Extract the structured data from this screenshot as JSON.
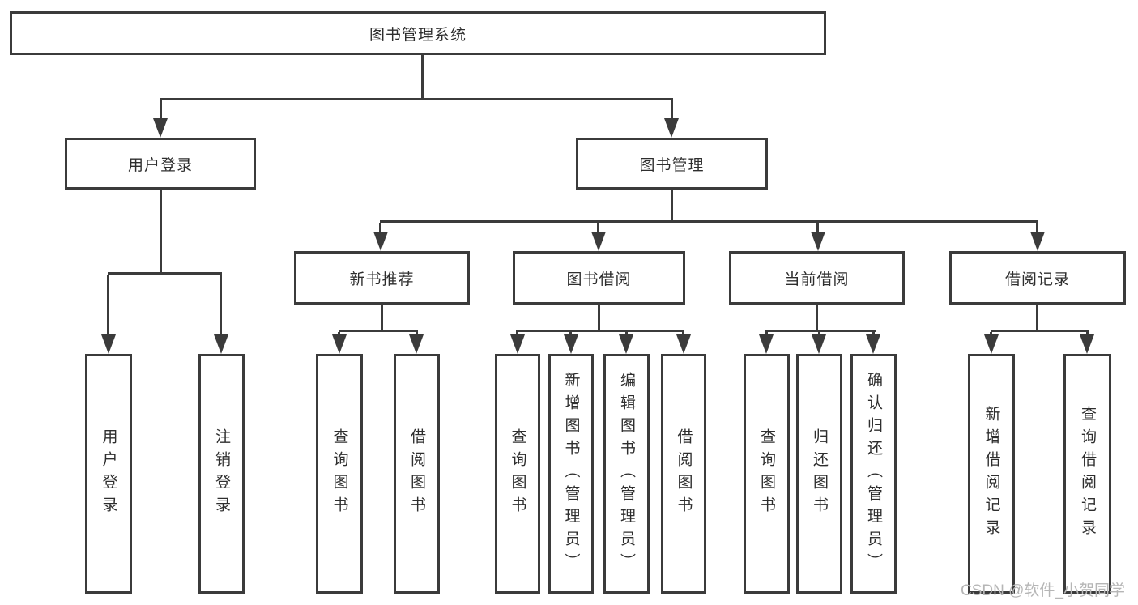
{
  "colors": {
    "line": "#3b3b3b",
    "text": "#2e2e2e",
    "watermark": "#b6b6b6",
    "background": "#ffffff"
  },
  "root": {
    "label": "图书管理系统"
  },
  "level2": [
    {
      "label": "用户登录"
    },
    {
      "label": "图书管理"
    }
  ],
  "level3": [
    {
      "label": "新书推荐"
    },
    {
      "label": "图书借阅"
    },
    {
      "label": "当前借阅"
    },
    {
      "label": "借阅记录"
    }
  ],
  "leaves": {
    "user_login": [
      {
        "label": "用户登录"
      },
      {
        "label": "注销登录"
      }
    ],
    "new_book": [
      {
        "label": "查询图书"
      },
      {
        "label": "借阅图书"
      }
    ],
    "book_borrow": [
      {
        "label": "查询图书"
      },
      {
        "label": "新增图书（管理员）"
      },
      {
        "label": "编辑图书（管理员）"
      },
      {
        "label": "借阅图书"
      }
    ],
    "current_borrow": [
      {
        "label": "查询图书"
      },
      {
        "label": "归还图书"
      },
      {
        "label": "确认归还（管理员）"
      }
    ],
    "borrow_records": [
      {
        "label": "新增借阅记录"
      },
      {
        "label": "查询借阅记录"
      }
    ]
  },
  "watermark": {
    "text": "CSDN @软件_小贺同学"
  }
}
